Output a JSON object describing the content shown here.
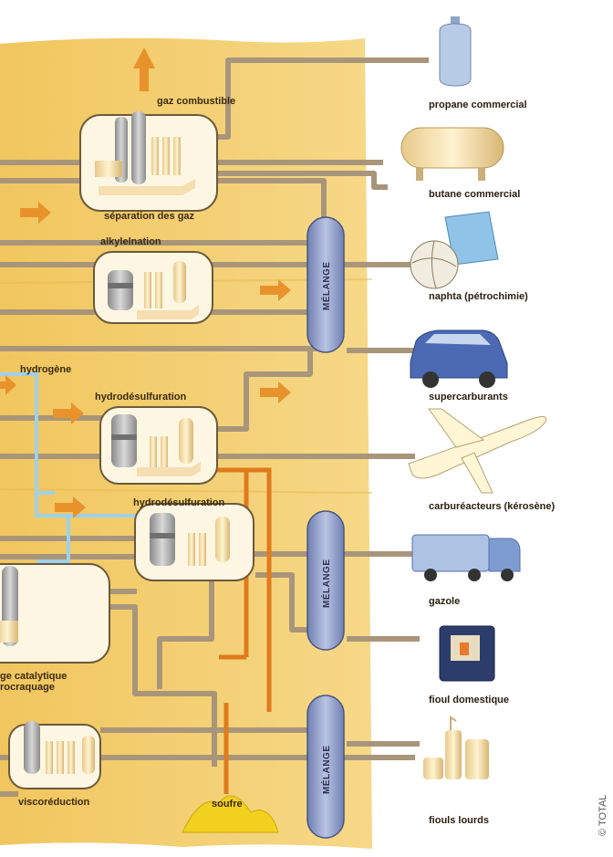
{
  "units": {
    "gas_separation": "séparation des gaz",
    "alkylation": "alkylelnation",
    "hydrodesulfuration_1": "hydrodésulfuration",
    "hydrodesulfuration_2": "hydrodésulfuration",
    "catalytic_cracking_line1": "ge catalytique",
    "catalytic_cracking_line2": "rocraquage",
    "visbreaking": "viscoréduction"
  },
  "streams": {
    "fuel_gas": "gaz combustible",
    "hydrogen": "hydrogène",
    "sulfur": "soufre"
  },
  "blending_label": "MÉLANGE",
  "products": [
    {
      "label": "propane commercial",
      "icon": "gas-cylinder-icon"
    },
    {
      "label": "butane commercial",
      "icon": "storage-tank-icon"
    },
    {
      "label": "naphta (pétrochimie)",
      "icon": "plastics-icon"
    },
    {
      "label": "supercarburants",
      "icon": "car-icon"
    },
    {
      "label": "carburéacteurs (kérosène)",
      "icon": "airplane-icon"
    },
    {
      "label": "gazole",
      "icon": "truck-icon"
    },
    {
      "label": "fioul domestique",
      "icon": "boiler-icon"
    },
    {
      "label": "fiouls lourds",
      "icon": "industrial-tanks-icon"
    }
  ],
  "credit": "© TOTAL",
  "colors": {
    "background_band": "#f3cf72",
    "pipe": "#a8957a",
    "hydrogen_pipe": "#9fd0ec",
    "sulfur_pipe": "#e07a1c",
    "arrow": "#e8922c",
    "blender": "#8c9cc6",
    "unit_box": "#fdf6e3"
  }
}
